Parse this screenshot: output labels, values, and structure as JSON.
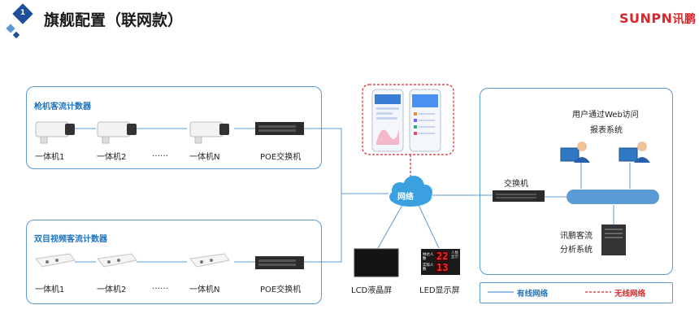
{
  "header": {
    "step_number": "1",
    "title": "旗舰配置（联网款）",
    "brand_latin": "SUNPN",
    "brand_cn": "讯鹏"
  },
  "bullet_camera_panel": {
    "title": "枪机客流计数器",
    "devices": [
      "一体机1",
      "一体机2",
      "……",
      "一体机N"
    ],
    "switch": "POE交换机"
  },
  "binocular_panel": {
    "title": "双目视频客流计数器",
    "devices": [
      "一体机1",
      "一体机2",
      "……",
      "一体机N"
    ],
    "switch": "POE交换机"
  },
  "center": {
    "network": "网络",
    "lcd": "LCD液晶屏",
    "led": "LED显示屏",
    "led_screen": {
      "row1_label": "林达人数",
      "row2_label": "实际人数",
      "row1_value": "22",
      "row2_value": "13",
      "side_label": "人数显示"
    }
  },
  "server_panel": {
    "web_access": "用户通过Web访问",
    "report_system": "报表系统",
    "switch": "交换机",
    "analysis_line1": "讯鹏客流",
    "analysis_line2": "分析系统"
  },
  "legend": {
    "wired": "有线网络",
    "wireless": "无线网络"
  },
  "colors": {
    "accent_blue": "#5b9bd5",
    "wired_text": "#1e73be",
    "wireless_red": "#d9262c",
    "brand_red": "#d9262c"
  }
}
